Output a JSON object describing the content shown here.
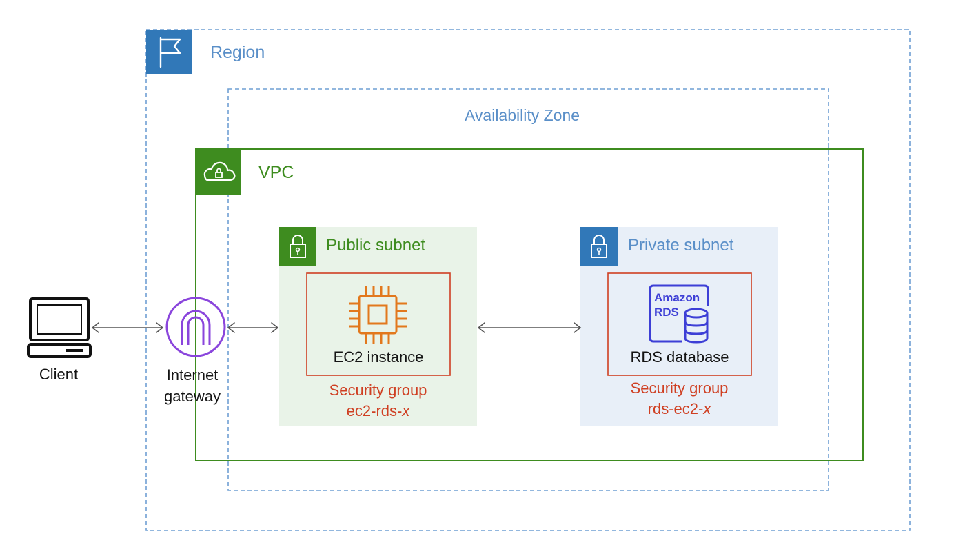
{
  "region": {
    "label": "Region"
  },
  "availability_zone": {
    "label": "Availability Zone"
  },
  "vpc": {
    "label": "VPC"
  },
  "client": {
    "label": "Client"
  },
  "internet_gateway": {
    "label_line1": "Internet",
    "label_line2": "gateway"
  },
  "public_subnet": {
    "label": "Public subnet",
    "instance_label": "EC2 instance",
    "security_group_label": "Security group",
    "security_group_name_prefix": "ec2-rds-",
    "security_group_name_suffix": "x"
  },
  "private_subnet": {
    "label": "Private subnet",
    "database_label": "RDS database",
    "rds_logo_line1": "Amazon",
    "rds_logo_line2": "RDS",
    "security_group_label": "Security group",
    "security_group_name_prefix": "rds-ec2-",
    "security_group_name_suffix": "x"
  },
  "icons": {
    "region": "flag-icon",
    "vpc": "cloud-lock-icon",
    "public_subnet": "padlock-icon",
    "private_subnet": "padlock-icon",
    "client": "laptop-icon",
    "internet_gateway": "internet-gateway-icon",
    "ec2": "chip-icon",
    "rds": "database-icon"
  },
  "colors": {
    "region_border": "#6f9fd3",
    "region_badge": "#3178b8",
    "vpc_green": "#3e8c1f",
    "public_subnet_fill": "#e9f3e8",
    "private_subnet_fill": "#e8eff8",
    "private_subnet_badge": "#3178b8",
    "security_group_red": "#cf3f22",
    "ec2_orange": "#e2781d",
    "rds_blue": "#3d3fd6",
    "gateway_purple": "#8a45dc"
  }
}
